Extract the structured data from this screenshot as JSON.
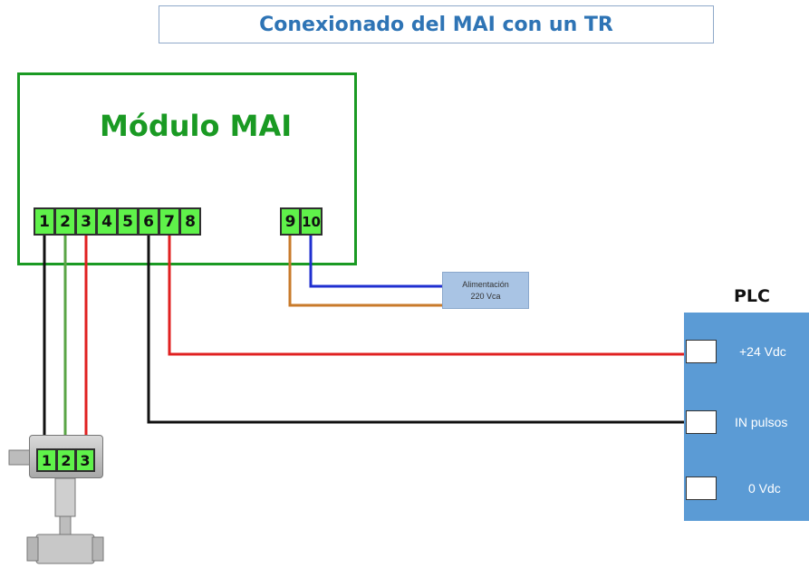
{
  "title": "Conexionado del MAI con un TR",
  "module": {
    "label": "Módulo MAI",
    "terminals_main": [
      "1",
      "2",
      "3",
      "4",
      "5",
      "6",
      "7",
      "8"
    ],
    "terminals_power": [
      "9",
      "10"
    ]
  },
  "power_supply": {
    "line1": "Alimentación",
    "line2": "220 Vca"
  },
  "plc": {
    "title": "PLC",
    "ports": [
      "+24 Vdc",
      "IN pulsos",
      "0 Vdc"
    ]
  },
  "sensor": {
    "terminals": [
      "1",
      "2",
      "3"
    ]
  },
  "colors": {
    "module_border": "#1a9a23",
    "terminal": "#5ff24a",
    "wire_black": "#111111",
    "wire_green": "#5aa546",
    "wire_red": "#e02020",
    "wire_blue": "#1f2fd0",
    "wire_brown": "#c87a2a",
    "plc": "#5b9bd5"
  }
}
